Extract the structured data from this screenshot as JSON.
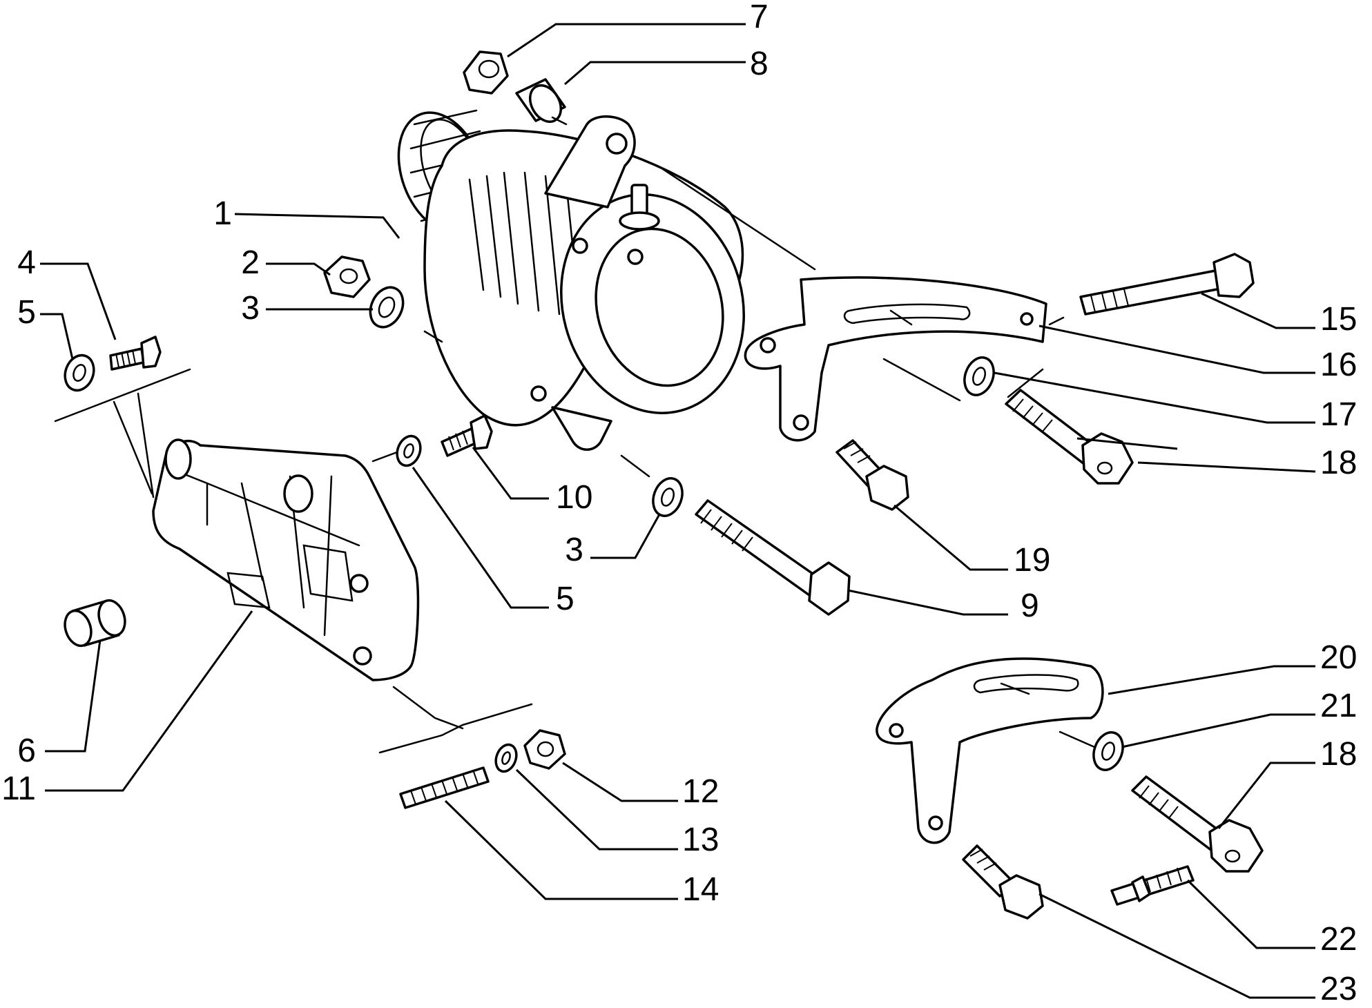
{
  "labels": {
    "l1": "1",
    "l2": "2",
    "l3a": "3",
    "l3b": "3",
    "l4": "4",
    "l5a": "5",
    "l5b": "5",
    "l6": "6",
    "l7": "7",
    "l8": "8",
    "l9": "9",
    "l10": "10",
    "l11": "11",
    "l12": "12",
    "l13": "13",
    "l14": "14",
    "l15": "15",
    "l16": "16",
    "l17": "17",
    "l18a": "18",
    "l18b": "18",
    "l19": "19",
    "l20": "20",
    "l21": "21",
    "l22": "22",
    "l23": "23"
  }
}
